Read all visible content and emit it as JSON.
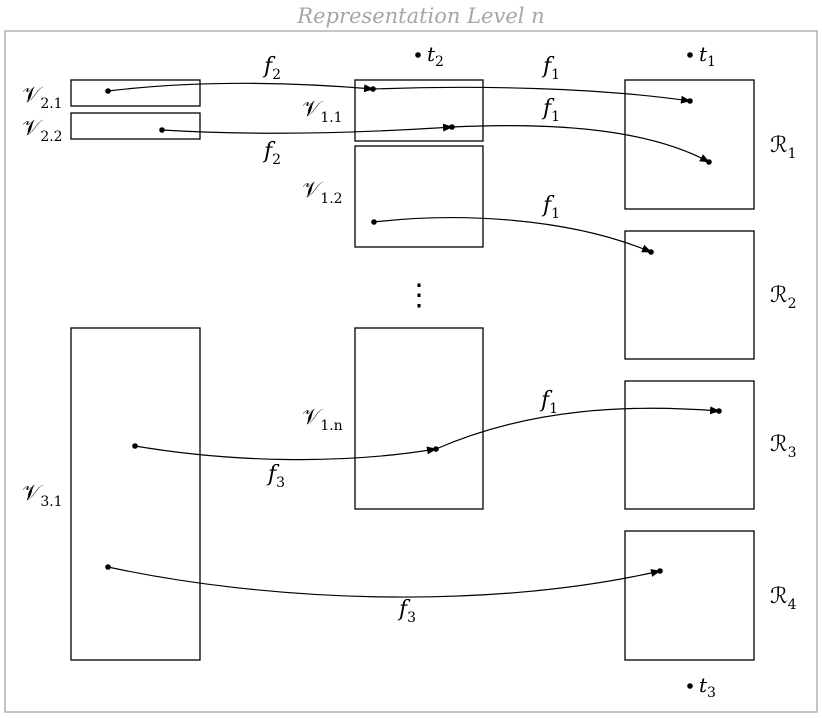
{
  "title": "Representation Level n",
  "colors": {
    "frame": "#a6a6a6",
    "ink": "#000000"
  },
  "vertical_dots": "⋮",
  "boxes": [
    {
      "id": "v2-1",
      "sym": "𝒱",
      "sub": "2.1"
    },
    {
      "id": "v2-2",
      "sym": "𝒱",
      "sub": "2.2"
    },
    {
      "id": "v1-1",
      "sym": "𝒱",
      "sub": "1.1"
    },
    {
      "id": "v1-2",
      "sym": "𝒱",
      "sub": "1.2"
    },
    {
      "id": "v1-n",
      "sym": "𝒱",
      "sub": "1.n"
    },
    {
      "id": "v3-1",
      "sym": "𝒱",
      "sub": "3.1"
    },
    {
      "id": "r1",
      "sym": "ℛ",
      "sub": "1"
    },
    {
      "id": "r2",
      "sym": "ℛ",
      "sub": "2"
    },
    {
      "id": "r3",
      "sym": "ℛ",
      "sub": "3"
    },
    {
      "id": "r4",
      "sym": "ℛ",
      "sub": "4"
    }
  ],
  "terminals": [
    {
      "id": "t2",
      "sym": "t",
      "sub": "2"
    },
    {
      "id": "t1",
      "sym": "t",
      "sub": "1"
    },
    {
      "id": "t3",
      "sym": "t",
      "sub": "3"
    }
  ],
  "edges": [
    {
      "id": "e1",
      "from": "v2-1",
      "to": "v1-1",
      "label": "f",
      "sub": "2"
    },
    {
      "id": "e2",
      "from": "v1-1",
      "to": "r1",
      "label": "f",
      "sub": "1"
    },
    {
      "id": "e3",
      "from": "v2-2",
      "to": "v1-1",
      "label": "f",
      "sub": "2"
    },
    {
      "id": "e4",
      "from": "v1-1",
      "to": "r1",
      "label": "f",
      "sub": "1"
    },
    {
      "id": "e5",
      "from": "v1-2",
      "to": "r2",
      "label": "f",
      "sub": "1"
    },
    {
      "id": "e6",
      "from": "v3-1",
      "to": "v1-n",
      "label": "f",
      "sub": "3"
    },
    {
      "id": "e7",
      "from": "v1-n",
      "to": "r3",
      "label": "f",
      "sub": "1"
    },
    {
      "id": "e8",
      "from": "v3-1",
      "to": "r4",
      "label": "f",
      "sub": "3"
    }
  ]
}
